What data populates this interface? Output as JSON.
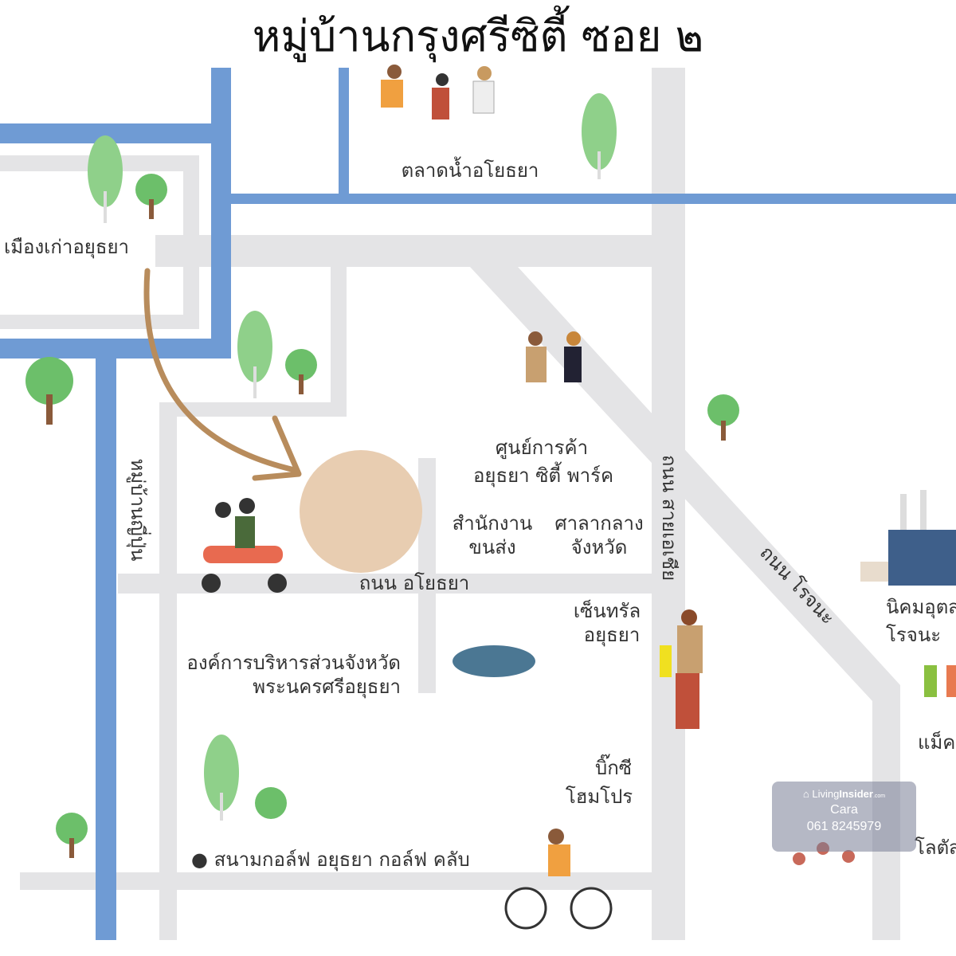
{
  "title": "หมู่บ้านกรุงศรีซิตี้ ซอย ๒",
  "labels": {
    "floating_market": "ตลาดน้ำอโยธยา",
    "old_city": "เมืองเก่าอยุธยา",
    "japanese_village": "หมู่บ้านญี่ปุ่น",
    "mall_line1": "ศูนย์การค้า",
    "mall_line2": "อยุธยา ซิตี้ พาร์ค",
    "transport_line1": "สำนักงาน",
    "transport_line2": "ขนส่ง",
    "city_hall_line1": "ศาลากลาง",
    "city_hall_line2": "จังหวัด",
    "ayothaya_road": "ถนน อโยธยา",
    "asia_road": "ถนน สายเอเชีย",
    "rojana_road": "ถนน โรจนะ",
    "central_line1": "เซ็นทรัล",
    "central_line2": "อยุธยา",
    "pao_line1": "องค์การบริหารส่วนจังหวัด",
    "pao_line2": "พระนครศรีอยุธยา",
    "industrial_line1": "นิคมอุตส",
    "industrial_line2": "โรจนะ",
    "makro": "แม็ค",
    "bigc_line1": "บิ๊กซี",
    "bigc_line2": "โฮมโปร",
    "golf": "● สนามกอล์ฟ อยุธยา กอล์ฟ คลับ",
    "lotus": "โลตัส"
  },
  "watermark": {
    "brand_light": "Living",
    "brand_bold": "Insider",
    "brand_suffix": ".com",
    "agent": "Cara",
    "phone": "061 8245979"
  },
  "colors": {
    "canal": "#6f9bd4",
    "road": "#e4e4e6",
    "marker": "#e8cdb1",
    "arrow": "#b88c5c"
  }
}
